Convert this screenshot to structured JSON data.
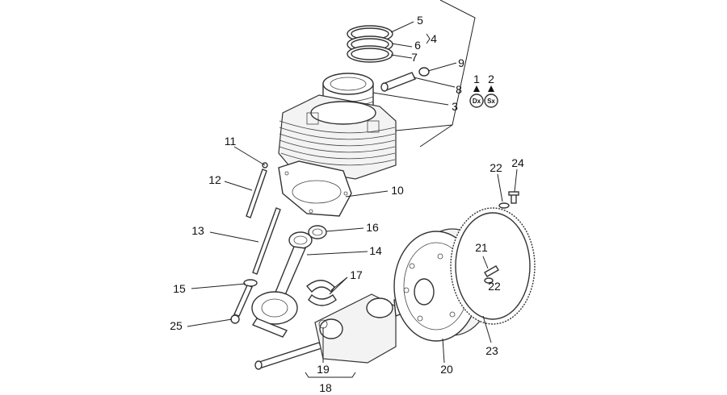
{
  "callouts": {
    "c1": "1",
    "c2": "2",
    "c3": "3",
    "c4": "4",
    "c5": "5",
    "c6": "6",
    "c7": "7",
    "c8": "8",
    "c9": "9",
    "c10": "10",
    "c11": "11",
    "c12": "12",
    "c13": "13",
    "c14": "14",
    "c15": "15",
    "c16": "16",
    "c17": "17",
    "c18": "18",
    "c19": "19",
    "c20": "20",
    "c21": "21",
    "c22a": "22",
    "c22b": "22",
    "c23": "23",
    "c24": "24",
    "c25": "25"
  },
  "markers": {
    "dx": "Dx",
    "sx": "Sx"
  },
  "colors": {
    "line": "#222222",
    "background": "#ffffff"
  }
}
